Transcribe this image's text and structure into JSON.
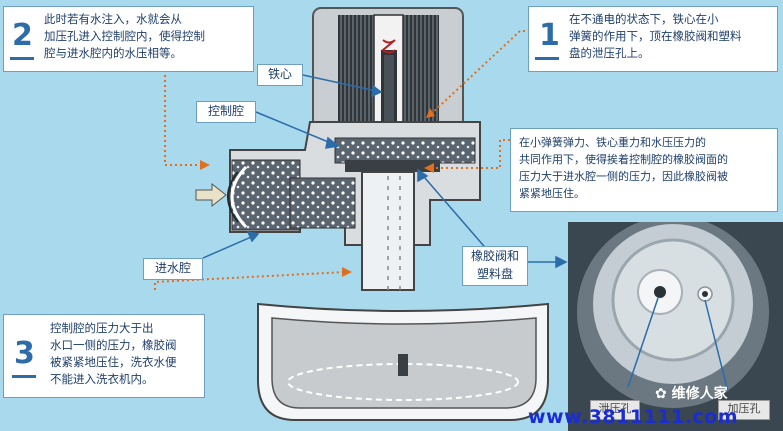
{
  "callouts": [
    {
      "number": "2",
      "text": "此时若有水注入，水就会从\n加压孔进入控制腔内，使得控制\n腔与进水腔内的水压相等。"
    },
    {
      "number": "1",
      "text": "在不通电的状态下，铁心在小\n弹簧的作用下，顶在橡胶阀和塑料\n盘的泄压孔上。"
    },
    {
      "number": "3",
      "text": "控制腔的压力大于出\n水口一侧的压力，橡胶阀\n被紧紧地压住，洗衣水便\n不能进入洗衣机内。"
    }
  ],
  "note_right": "在小弹簧弹力、铁心重力和水压压力的\n共同作用下，使得挨着控制腔的橡胶阀面的\n压力大于进水腔一侧的压力，因此橡胶阀被\n紧紧地压住。",
  "labels": {
    "iron_core": "铁心",
    "control_chamber": "控制腔",
    "inlet_chamber": "进水腔",
    "rubber_valve": "橡胶阀和\n塑料盘"
  },
  "photo_tags": {
    "relief_hole": "泄压孔",
    "pressure_hole": "加压孔"
  },
  "watermark": {
    "url": "www.3811111.com",
    "brand": "维修人家"
  },
  "colors": {
    "background": "#a9d9ec",
    "callout_number": "#2b6ca9",
    "arrow_dotted": "#e07020",
    "arrow_blue": "#2b6ca9",
    "valve_body": "#d9dde0",
    "dark_parts": "#3a3f44"
  }
}
